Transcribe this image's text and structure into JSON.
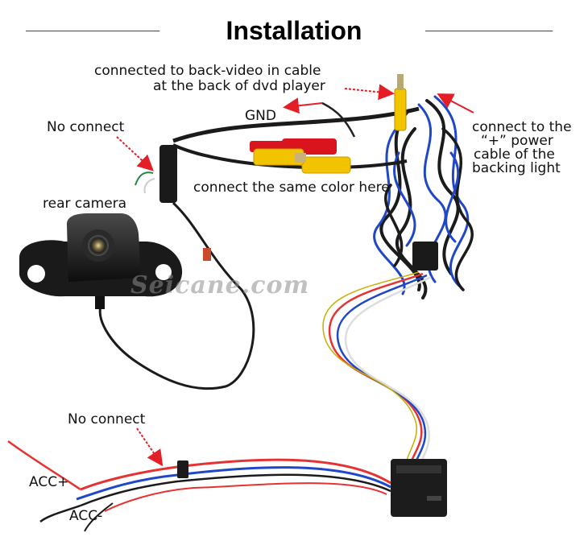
{
  "title": "Installation",
  "labels": {
    "back_video_line1": "connected to back-video in cable",
    "back_video_line2": "at the back of dvd player",
    "gnd": "GND",
    "no_connect_top": "No connect",
    "power_line1": "connect to the",
    "power_line2": "“+”  power",
    "power_line3": "cable of the",
    "power_line4": "backing light",
    "same_color": "connect the same color here",
    "rear_camera": "rear camera",
    "no_connect_bottom": "No connect",
    "acc_plus": "ACC+",
    "acc_minus": "ACC-"
  },
  "watermark": "Seicane.com",
  "colors": {
    "arrow": "#e41e26",
    "yellow_plug": "#f2c400",
    "red_plug": "#d9141c",
    "cable_dark": "#1b1b1b",
    "cable_blue": "#1f47c8",
    "wire_red": "#e53333"
  }
}
